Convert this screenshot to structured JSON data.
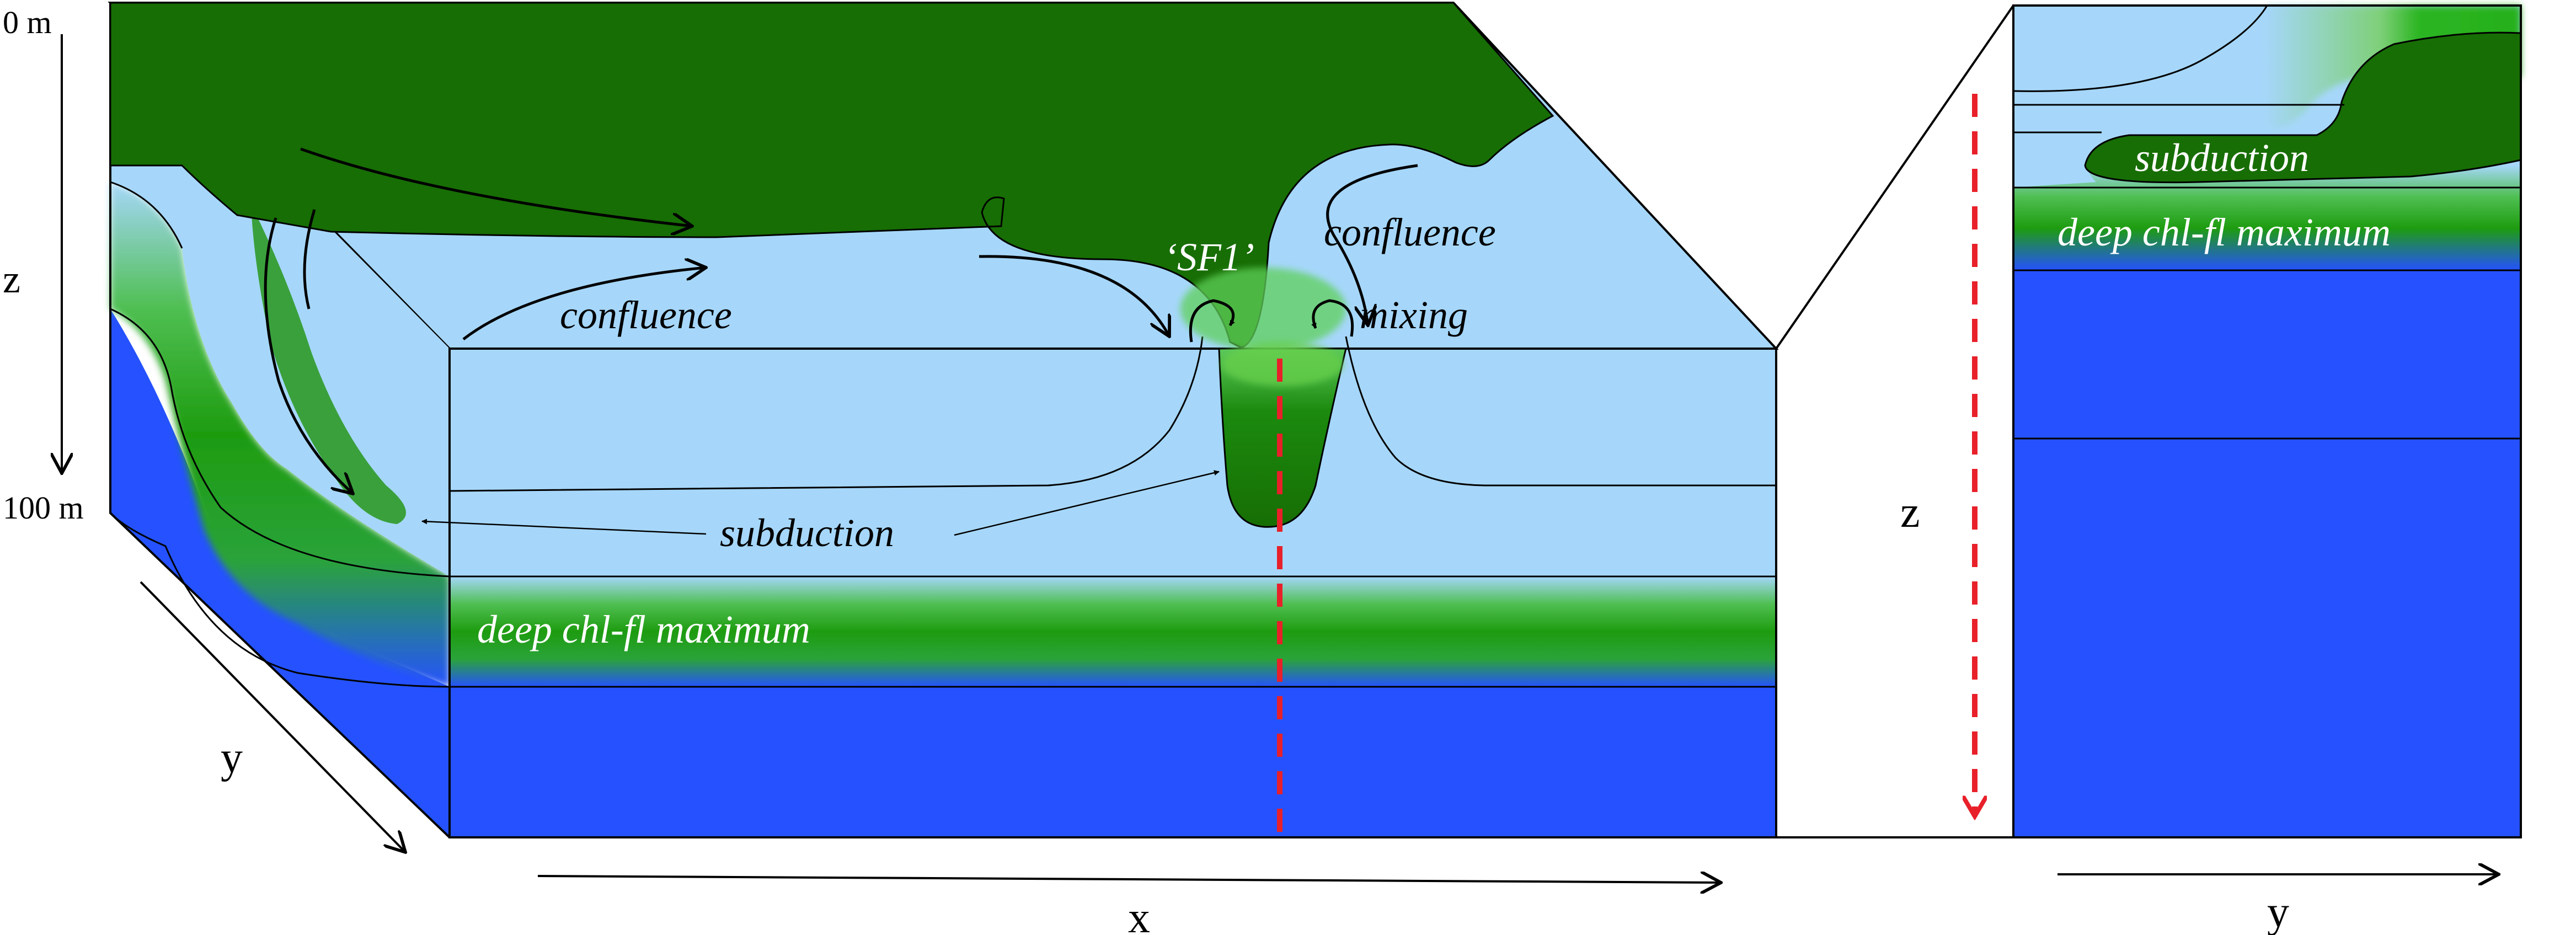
{
  "depth_axis": {
    "top": "0 m",
    "bottom": "100 m",
    "label": "z"
  },
  "main_block": {
    "x_label": "x",
    "y_label": "y",
    "labels": {
      "confluence_left": "confluence",
      "confluence_right": "confluence",
      "sf1": "‘SF1’",
      "mixing": "mixing",
      "subduction": "subduction",
      "deep_chl": "deep chl-fl maximum"
    }
  },
  "side_section": {
    "z_label": "z",
    "y_label": "y",
    "labels": {
      "subduction": "subduction",
      "deep_chl": "deep chl-fl maximum"
    }
  },
  "colors": {
    "surface_green": "#176e04",
    "light_water": "#a6d7fa",
    "deep_blue": "#2552fe",
    "chl_green": "#22a218",
    "section_line": "#e8202a"
  }
}
